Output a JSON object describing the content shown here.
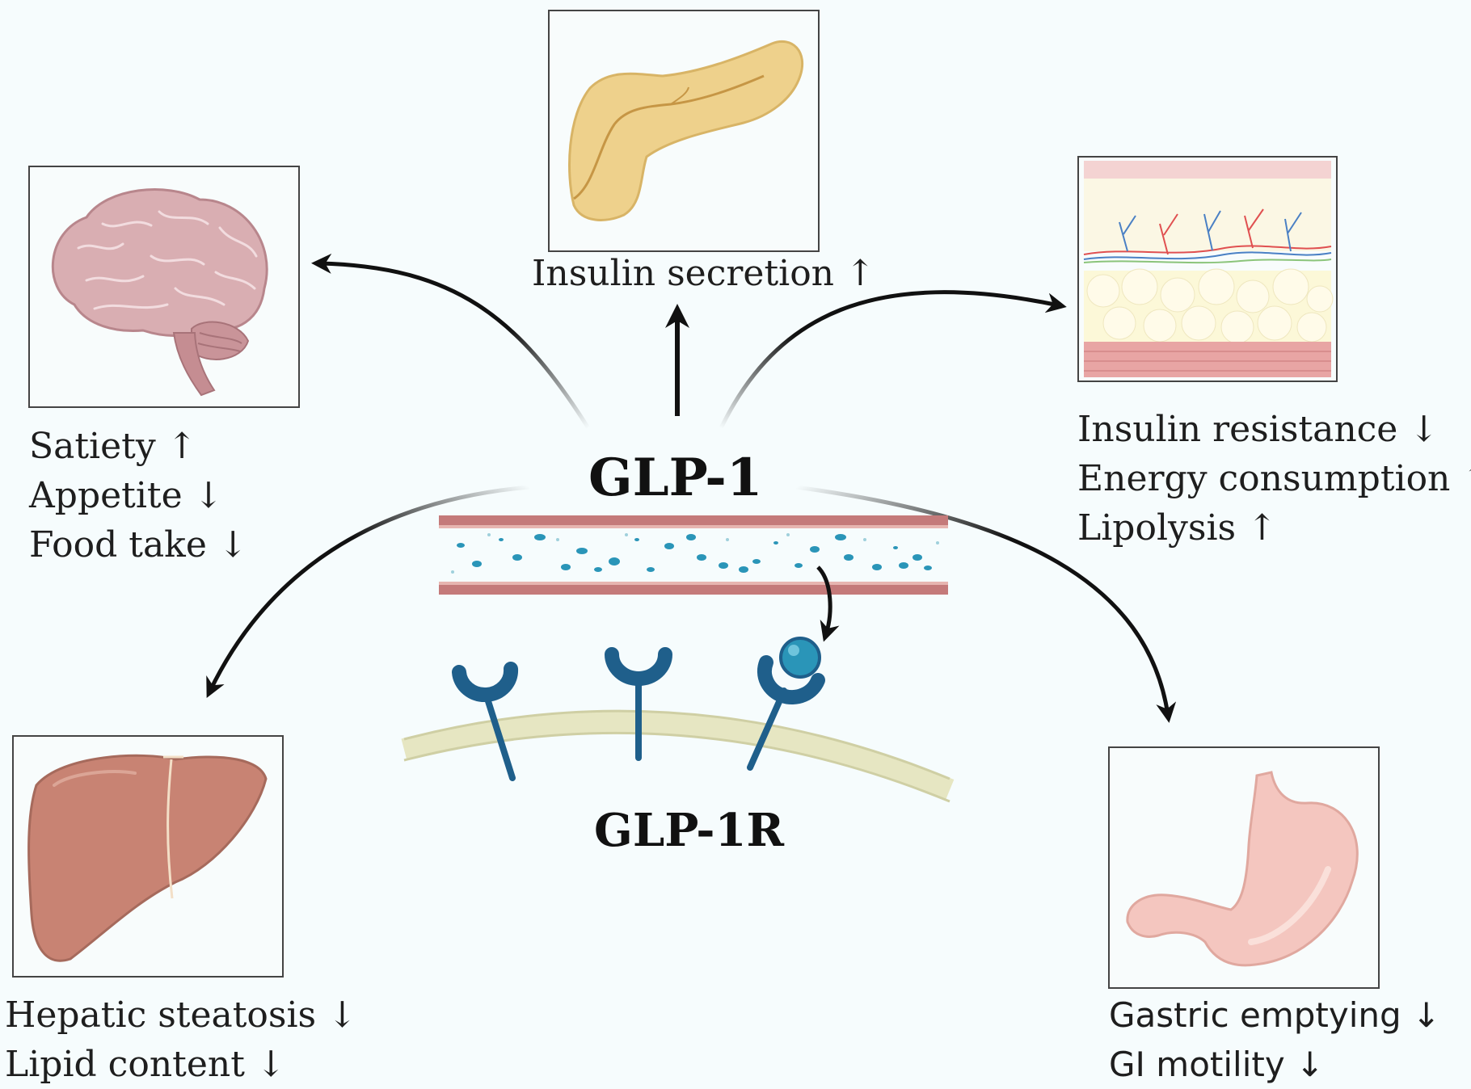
{
  "center": {
    "hormone": "GLP-1",
    "receptor": "GLP-1R"
  },
  "organs": {
    "brain": {
      "icon": "brain-icon",
      "effects": [
        "Satiety ↑",
        "Appetite ↓",
        "Food take ↓"
      ]
    },
    "pancreas": {
      "icon": "pancreas-icon",
      "effects": [
        "Insulin secretion ↑"
      ]
    },
    "adipose": {
      "icon": "adipose-tissue-icon",
      "effects": [
        "Insulin resistance ↓",
        "Energy consumption ↑",
        "Lipolysis ↑"
      ]
    },
    "liver": {
      "icon": "liver-icon",
      "effects": [
        "Hepatic steatosis ↓",
        "Lipid content ↓"
      ]
    },
    "stomach": {
      "icon": "stomach-icon",
      "effects": [
        "Gastric emptying ↓",
        "GI motility ↓"
      ]
    }
  },
  "colors": {
    "background": "#f6fcfd",
    "receptor": "#1f5f8b",
    "glp1_particle": "#2a95b8",
    "vessel_wall": "#c47a7a",
    "membrane": "#e6e6c2",
    "arrow": "#111111"
  }
}
